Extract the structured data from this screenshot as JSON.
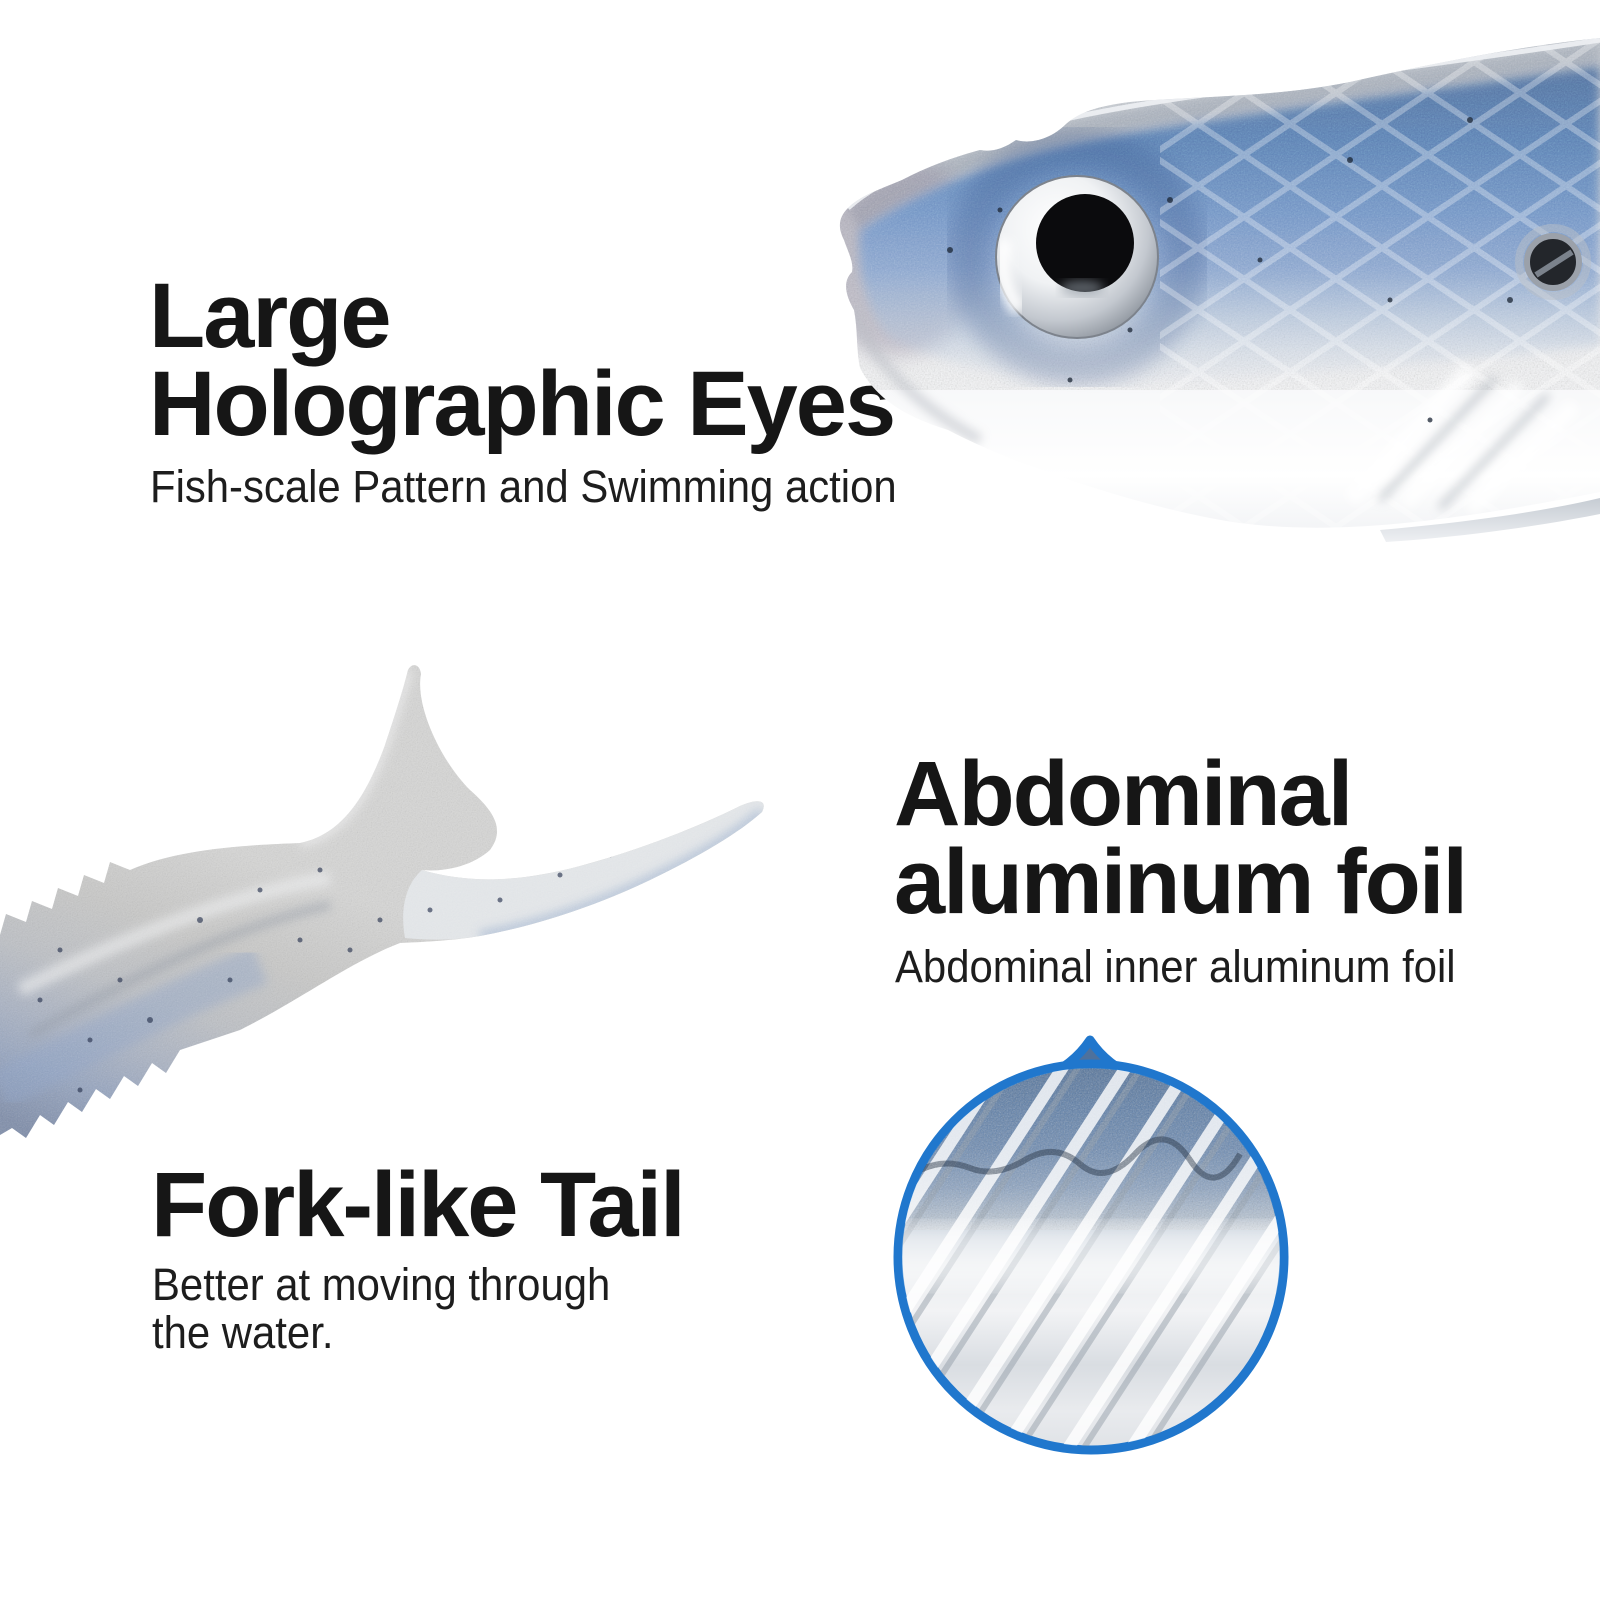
{
  "colors": {
    "accent_blue": "#2077cd",
    "heading_text": "#161616",
    "subtitle_text": "#1d1d1d",
    "background": "#ffffff"
  },
  "sections": {
    "holographic_eyes": {
      "title_line1": "Large",
      "title_line2": "Holographic Eyes",
      "subtitle": "Fish-scale Pattern and Swimming action"
    },
    "aluminum_foil": {
      "title_line1": "Abdominal",
      "title_line2": "aluminum foil",
      "subtitle": "Abdominal inner aluminum foil"
    },
    "fork_tail": {
      "title": "Fork-like Tail",
      "subtitle_line1": "Better at moving through",
      "subtitle_line2": "the water."
    }
  }
}
